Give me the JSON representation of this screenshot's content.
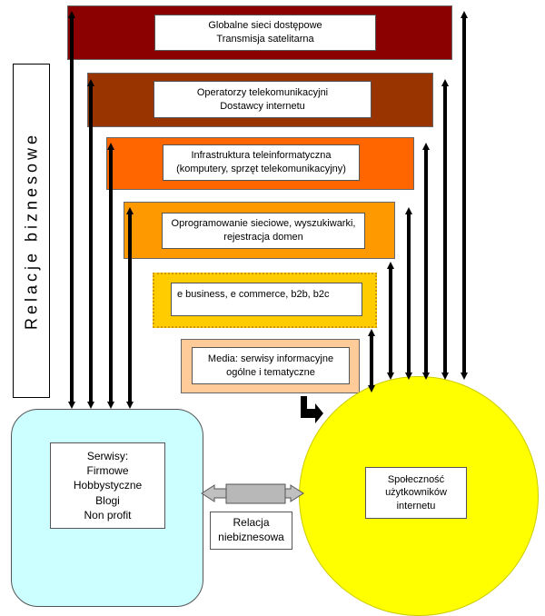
{
  "layers": [
    {
      "id": "global-networks",
      "lines": [
        "Globalne sieci dostępowe",
        "Transmisja satelitarna"
      ],
      "fill": "#8b0000"
    },
    {
      "id": "telecom-operators",
      "lines": [
        "Operatorzy telekomunikacyjni",
        "Dostawcy internetu"
      ],
      "fill": "#993300"
    },
    {
      "id": "ict-infrastructure",
      "lines": [
        "Infrastruktura teleinformatyczna",
        "(komputery, sprzęt telekomunikacyjny)"
      ],
      "fill": "#ff6600"
    },
    {
      "id": "network-software",
      "lines": [
        "Oprogramowanie sieciowe, wyszukiwarki,",
        "rejestracja domen"
      ],
      "fill": "#ff9900"
    },
    {
      "id": "e-business",
      "lines": [
        "e business, e commerce, b2b, b2c"
      ],
      "fill": "#ffcc00"
    },
    {
      "id": "media",
      "lines": [
        "Media: serwisy informacyjne",
        "ogólne i tematyczne"
      ],
      "fill": "#ffcc99"
    }
  ],
  "business_relations_label": "Relacje biznesowe",
  "services": {
    "lines": [
      "Serwisy:",
      "Firmowe",
      "Hobbystyczne",
      "Blogi",
      "Non profit"
    ],
    "fill": "#ccffff"
  },
  "community": {
    "lines": [
      "Społeczność",
      "użytkowników",
      "internetu"
    ],
    "fill": "#ffff00"
  },
  "non_business_relation": {
    "lines": [
      "Relacja",
      "niebiznesowa"
    ]
  },
  "colors": {
    "arrow": "#000000",
    "connector": "#c0c0c0",
    "connector_stroke": "#555555"
  }
}
